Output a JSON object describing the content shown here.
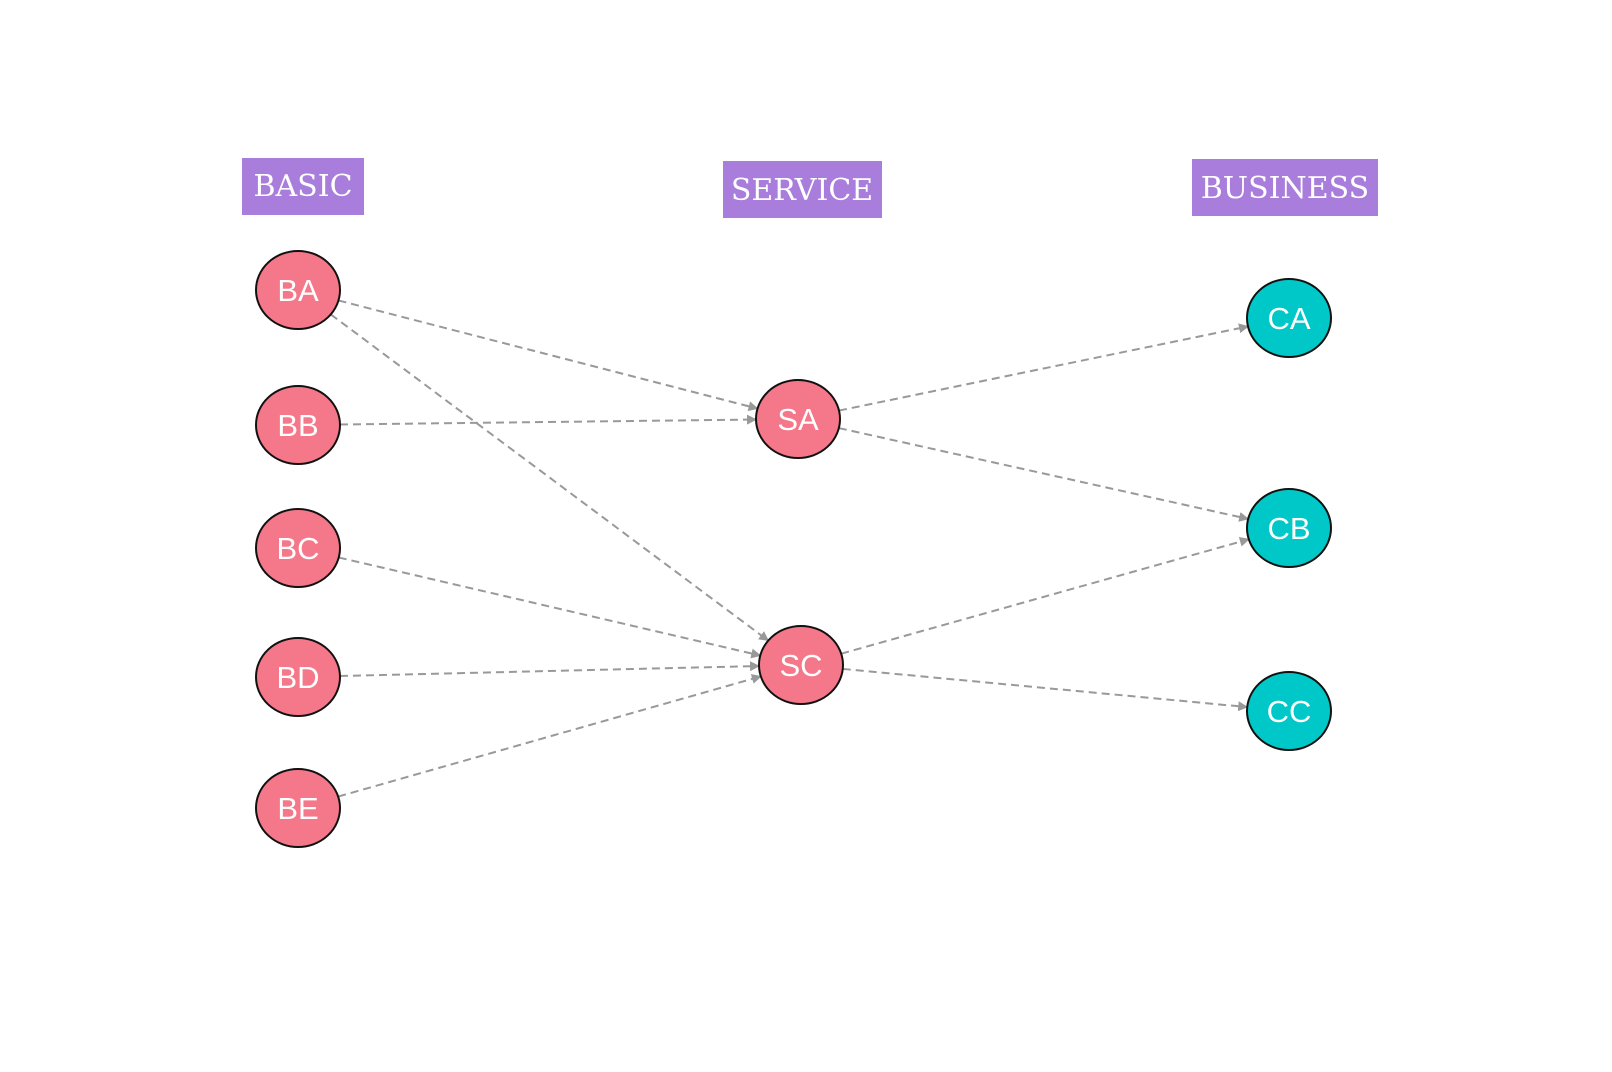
{
  "colors": {
    "label_bg": "#a87ddb",
    "node_pink": "#f4788a",
    "node_cyan": "#00c8c8",
    "node_stroke": "#111111",
    "edge": "#999999",
    "text": "#ffffff"
  },
  "tiers": [
    {
      "id": "basic",
      "label": "BASIC"
    },
    {
      "id": "service",
      "label": "SERVICE"
    },
    {
      "id": "business",
      "label": "BUSINESS"
    }
  ],
  "nodes": [
    {
      "id": "BA",
      "label": "BA",
      "tier": "basic"
    },
    {
      "id": "BB",
      "label": "BB",
      "tier": "basic"
    },
    {
      "id": "BC",
      "label": "BC",
      "tier": "basic"
    },
    {
      "id": "BD",
      "label": "BD",
      "tier": "basic"
    },
    {
      "id": "BE",
      "label": "BE",
      "tier": "basic"
    },
    {
      "id": "SA",
      "label": "SA",
      "tier": "service"
    },
    {
      "id": "SC",
      "label": "SC",
      "tier": "service"
    },
    {
      "id": "CA",
      "label": "CA",
      "tier": "business"
    },
    {
      "id": "CB",
      "label": "CB",
      "tier": "business"
    },
    {
      "id": "CC",
      "label": "CC",
      "tier": "business"
    }
  ],
  "edges": [
    {
      "from": "BA",
      "to": "SA"
    },
    {
      "from": "BA",
      "to": "SC"
    },
    {
      "from": "BB",
      "to": "SA"
    },
    {
      "from": "BC",
      "to": "SC"
    },
    {
      "from": "BD",
      "to": "SC"
    },
    {
      "from": "BE",
      "to": "SC"
    },
    {
      "from": "SA",
      "to": "CA"
    },
    {
      "from": "SA",
      "to": "CB"
    },
    {
      "from": "SC",
      "to": "CB"
    },
    {
      "from": "SC",
      "to": "CC"
    }
  ]
}
